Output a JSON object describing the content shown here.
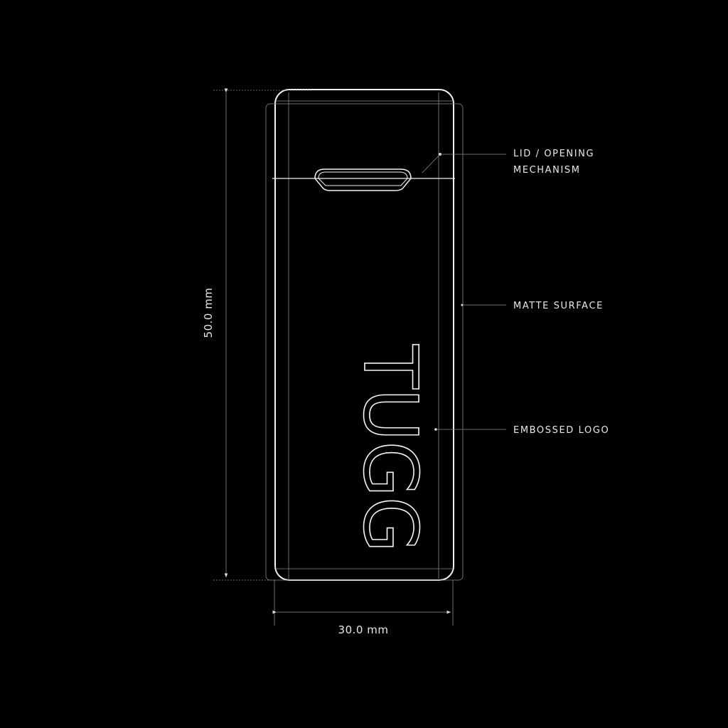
{
  "logo_text": "TUGG",
  "dimensions": {
    "height": "50.0 mm",
    "width": "30.0 mm"
  },
  "callouts": [
    {
      "line1": "LID / OPENING",
      "line2": "MECHANISM"
    },
    {
      "line1": "MATTE SURFACE"
    },
    {
      "line1": "EMBOSSED LOGO"
    }
  ],
  "colors": {
    "background": "#000000",
    "line": "#f2f2f2"
  }
}
